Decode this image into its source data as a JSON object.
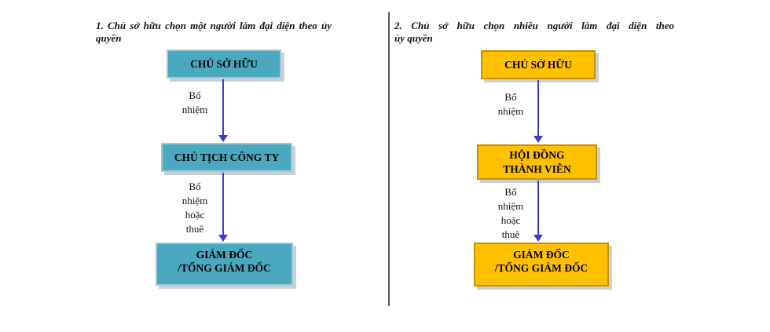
{
  "colors": {
    "teal_fill": "#4AA9C1",
    "teal_border": "#A3C9D8",
    "orange_fill": "#FFC000",
    "orange_border": "#C98F00",
    "arrow": "#3A3AD9",
    "shadow": "#C7D1D8"
  },
  "sections": {
    "left": {
      "title": "1. Chủ sở hữu chọn một người làm đại diện theo ủy quyền",
      "boxes": {
        "owner": "CHỦ SỞ HỮU",
        "president": "CHỦ TỊCH CÔNG TY",
        "director": "GIÁM ĐỐC\n/TỔNG GIÁM ĐỐC"
      },
      "arrow_labels": {
        "appoint": "Bổ\nnhiệm",
        "appoint_or_hire": "Bổ\nnhiệm\nhoặc\nthuê"
      }
    },
    "right": {
      "title_line1": "2. Chủ sở hữu chọn nhiều người làm đại diện theo",
      "title_line2": "ủy quyền",
      "boxes": {
        "owner": "CHỦ SỞ HỮU",
        "members_council": "HỘI ĐỒNG\nTHÀNH VIÊN",
        "director": "GIÁM ĐỐC\n/TỔNG GIÁM ĐỐC"
      },
      "arrow_labels": {
        "appoint": "Bổ\nnhiệm",
        "appoint_or_hire": "Bổ\nnhiệm\nhoặc\nthuê"
      }
    }
  }
}
